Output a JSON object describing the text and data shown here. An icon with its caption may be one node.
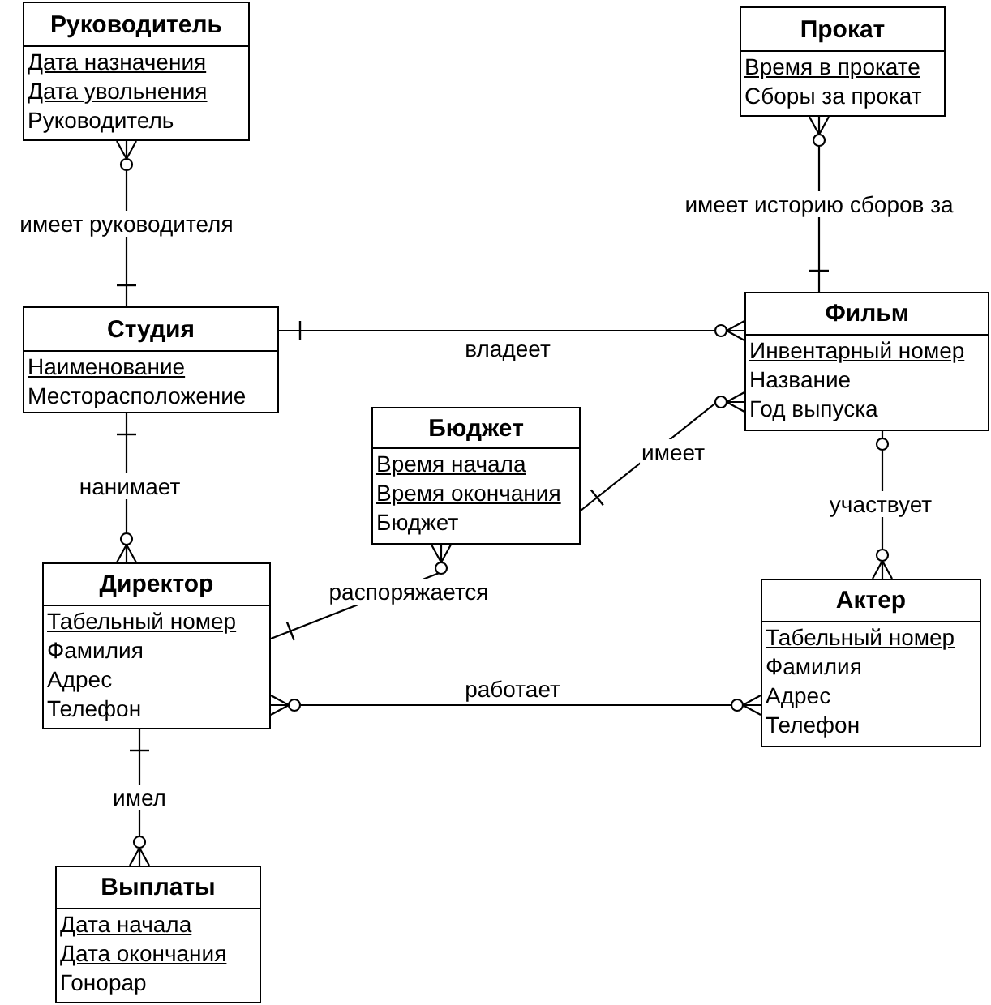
{
  "diagram": {
    "nodes": [
      {
        "text": [
          "Руководитель",
          "Дата назначения",
          "Дата увольнения",
          "Руководитель"
        ]
      },
      {
        "text": [
          "Прокат",
          "Время в прокате",
          "Сборы за прокат"
        ]
      },
      {
        "text": [
          "Студия",
          "Наименование",
          "Месторасположение"
        ]
      },
      {
        "text": [
          "Фильм",
          "Инвентарный номер",
          "Название",
          "Год выпуска"
        ]
      },
      {
        "text": [
          "Бюджет",
          "Время начала",
          "Время окончания",
          "Бюджет"
        ]
      },
      {
        "text": [
          "Директор",
          "Табельный номер",
          "Фамилия",
          "Адрес",
          "Телефон"
        ]
      },
      {
        "text": [
          "Актер",
          "Табельный номер",
          "Фамилия",
          "Адрес",
          "Телефон"
        ]
      },
      {
        "text": [
          "Выплаты",
          "Дата начала",
          "Дата окончания",
          "Гонорар"
        ]
      }
    ],
    "edges": [
      {
        "from": 2,
        "to": 0,
        "arrow": "other",
        "label": "имеет руководителя"
      },
      {
        "from": 3,
        "to": 1,
        "arrow": "other",
        "label": "имеет историю сборов за"
      },
      {
        "from": 2,
        "to": 3,
        "arrow": "other",
        "label": "владеет"
      },
      {
        "from": 4,
        "to": 3,
        "arrow": "other",
        "label": "имеет"
      },
      {
        "from": 2,
        "to": 5,
        "arrow": "other",
        "label": "нанимает"
      },
      {
        "from": 5,
        "to": 4,
        "arrow": "other",
        "label": "распоряжается"
      },
      {
        "from": 3,
        "to": 6,
        "arrow": "other",
        "label": "участвует"
      },
      {
        "from": 5,
        "to": 6,
        "arrow": "other",
        "label": "работает"
      },
      {
        "from": 5,
        "to": 7,
        "arrow": "other",
        "label": "имел"
      }
    ]
  }
}
